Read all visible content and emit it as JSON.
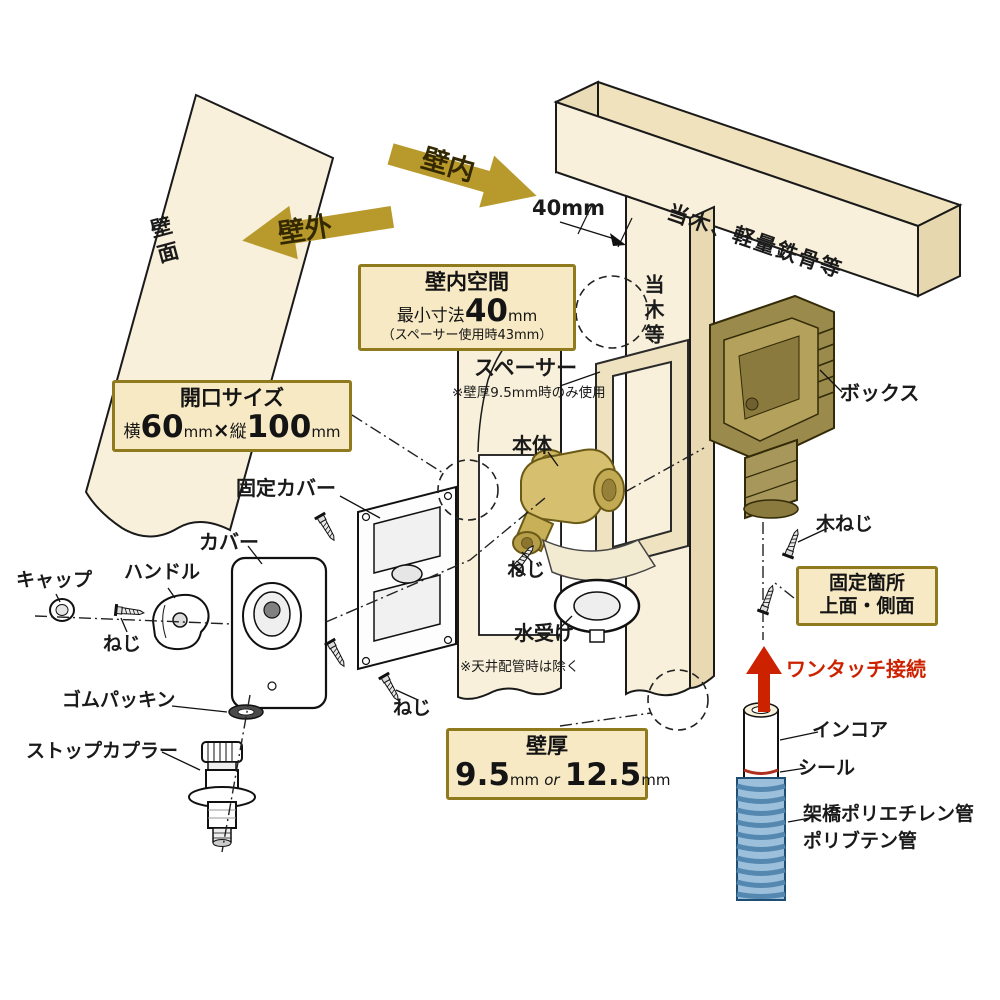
{
  "arrows": {
    "wall_inside": "壁内",
    "wall_outside": "壁外"
  },
  "structure": {
    "wall_surface": "壁面",
    "beam": "当木、軽量鉄骨等",
    "stud": "当木等",
    "gap_dim": "40mm"
  },
  "callouts": {
    "cavity": {
      "title": "壁内空間",
      "prefix": "最小寸法",
      "value": "40",
      "unit": "mm",
      "note": "（スペーサー使用時43mm）"
    },
    "opening": {
      "title": "開口サイズ",
      "w_label": "横",
      "w_value": "60",
      "w_unit": "mm",
      "times": "×",
      "h_label": "縦",
      "h_value": "100",
      "h_unit": "mm"
    },
    "thickness": {
      "title": "壁厚",
      "v1": "9.5",
      "u1": "mm",
      "or": "or",
      "v2": "12.5",
      "u2": "mm"
    },
    "fixing": {
      "line1": "固定箇所",
      "line2": "上面・側面"
    }
  },
  "parts": {
    "spacer": "スペーサー",
    "spacer_note": "※壁厚9.5mm時のみ使用",
    "body": "本体",
    "fixed_cover": "固定カバー",
    "cover": "カバー",
    "cap": "キャップ",
    "handle": "ハンドル",
    "screw_left": "ねじ",
    "screw_mid": "ねじ",
    "screw_bottom": "ねじ",
    "rubber_packing": "ゴムパッキン",
    "stop_coupler": "ストップカプラー",
    "water_receiver": "水受け",
    "water_receiver_note": "※天井配管時は除く",
    "box": "ボックス",
    "wood_screw": "木ねじ",
    "one_touch": "ワンタッチ接続",
    "incore": "インコア",
    "seal": "シール",
    "pipe_name_1": "架橋ポリエチレン管",
    "pipe_name_2": "ポリブテン管"
  },
  "colors": {
    "arrow_gold": "#b8992c",
    "callout_border": "#8f7a1e",
    "callout_bg": "#f6e9c4",
    "wood_cream": "#f8f0da",
    "brass": "#c9b262",
    "box_olive": "#9a8a4c",
    "pipe_blue": "#9cc0dc",
    "accent_red": "#cc2200",
    "text_dark": "#1a1a1a"
  }
}
